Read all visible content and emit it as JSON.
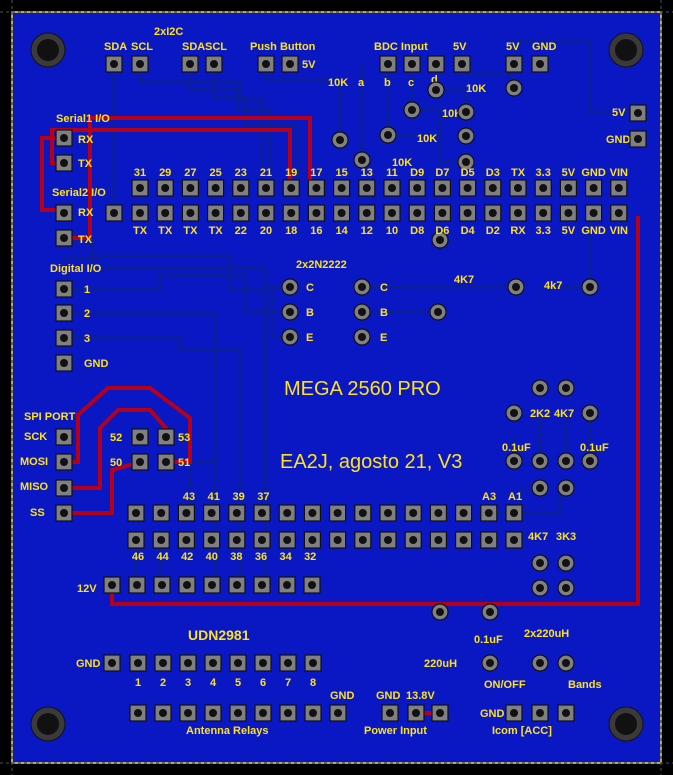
{
  "board": {
    "title": "MEGA 2560 PRO",
    "subtitle": "EA2J, agosto 21, V3"
  },
  "colors": {
    "board": "#0a18c4",
    "frame": "#ffe21a",
    "trace_signal": "#001a8a",
    "trace_power": "#b5001a",
    "pad": "#808080",
    "silk": "#ffe21a"
  },
  "top_header": {
    "i2c_group": "2xI2C",
    "sda1": "SDA",
    "scl1": "SCL",
    "sda2": "SDA",
    "scl2": "SCL",
    "push_button": "Push Button",
    "push_5v": "5V",
    "bdc_input": "BDC Input",
    "bdc_5v": "5V",
    "right_5v": "5V",
    "right_gnd": "GND",
    "res_10k_1": "10K",
    "bit_a": "a",
    "bit_b": "b",
    "bit_c": "c",
    "bit_d": "d",
    "res_10k_2": "10K",
    "res_10k_3": "10K",
    "res_10k_4": "10K",
    "res_10k_5": "10K"
  },
  "power_right": {
    "v5": "5V",
    "gnd": "GND"
  },
  "serial": {
    "serial1": "Serial1 I/O",
    "rx1": "RX",
    "tx1": "TX",
    "serial2": "Serial2 I/O",
    "rx2": "RX",
    "tx2": "TX"
  },
  "mega_top_row": [
    "31",
    "29",
    "27",
    "25",
    "23",
    "21",
    "19",
    "17",
    "15",
    "13",
    "11",
    "D9",
    "D7",
    "D5",
    "D3",
    "TX",
    "3.3",
    "5V",
    "GND",
    "VIN"
  ],
  "mega_bottom_row": [
    "TX",
    "TX",
    "TX",
    "TX",
    "22",
    "20",
    "18",
    "16",
    "14",
    "12",
    "10",
    "D8",
    "D6",
    "D4",
    "D2",
    "RX",
    "3.3",
    "5V",
    "GND",
    "VIN"
  ],
  "digital_io": {
    "title": "Digital I/O",
    "p1": "1",
    "p2": "2",
    "p3": "3",
    "gnd": "GND"
  },
  "transistors": {
    "title": "2x2N2222",
    "c1": "C",
    "b1": "B",
    "e1": "E",
    "c2": "C",
    "b2": "B",
    "e2": "E",
    "r1": "4K7",
    "r2": "4k7"
  },
  "spi": {
    "title": "SPI PORT",
    "sck": "SCK",
    "mosi": "MOSI",
    "miso": "MISO",
    "ss": "SS",
    "p52": "52",
    "p53": "53",
    "p50": "50",
    "p51": "51"
  },
  "analog": {
    "r2k2": "2K2",
    "r4k7": "4K7",
    "c1": "0.1uF",
    "c2": "0.1uF",
    "a3": "A3",
    "a1": "A1",
    "r4k7b": "4K7",
    "r3k3": "3K3"
  },
  "lower_header_top": [
    "43",
    "41",
    "39",
    "37"
  ],
  "lower_header_bottom": [
    "46",
    "44",
    "42",
    "40",
    "38",
    "36",
    "34",
    "32"
  ],
  "v12": "12V",
  "udn": {
    "title": "UDN2981",
    "gnd": "GND",
    "relays": [
      "1",
      "2",
      "3",
      "4",
      "5",
      "6",
      "7",
      "8"
    ],
    "gnd2": "GND",
    "footer": "Antenna Relays"
  },
  "power_input": {
    "gnd": "GND",
    "v138": "13.8V",
    "footer": "Power Input"
  },
  "caps": {
    "c01": "0.1uF",
    "c220_2x": "2x220uH",
    "c220": "220uH",
    "onoff": "ON/OFF",
    "bands": "Bands"
  },
  "icom": {
    "gnd": "GND",
    "footer": "Icom [ACC]"
  }
}
